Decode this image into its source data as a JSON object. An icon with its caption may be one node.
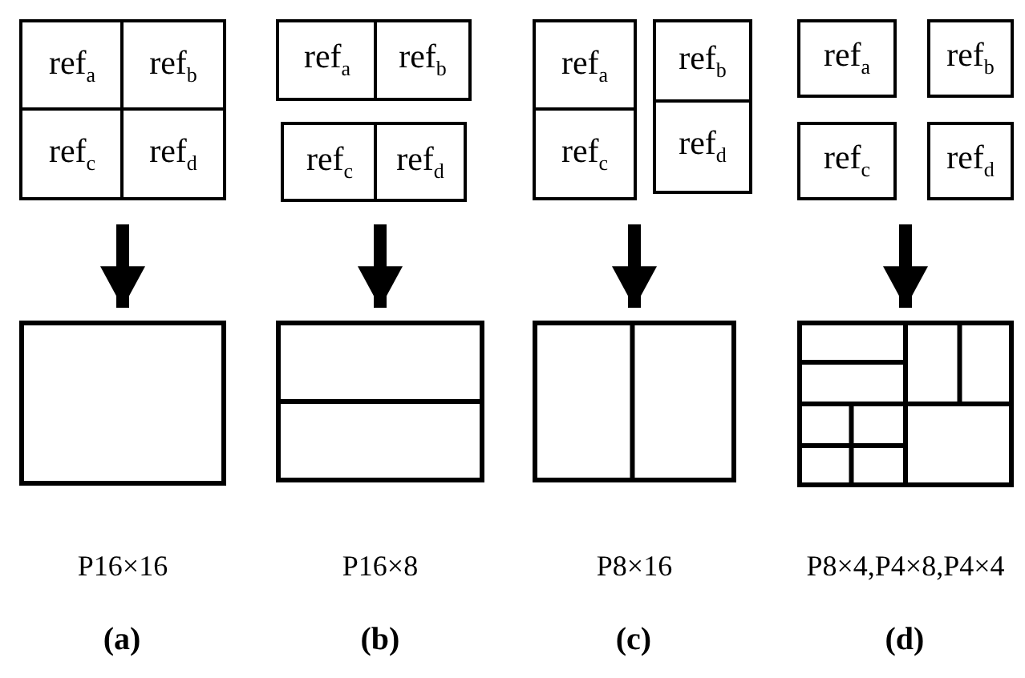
{
  "diagram": {
    "nodes": [
      {
        "text": [
          "ref$_{a}$"
        ]
      },
      {
        "text": [
          "ref$_{b}$"
        ]
      },
      {
        "text": [
          "ref$_{c}$"
        ]
      },
      {
        "text": [
          "ref$_{d}$"
        ]
      },
      {
        "text": [
          "ref$_{a}$"
        ]
      },
      {
        "text": [
          "ref$_{b}$"
        ]
      },
      {
        "text": [
          "ref$_{c}$"
        ]
      },
      {
        "text": [
          "ref$_{d}$"
        ]
      },
      {
        "text": [
          "ref$_{a}$"
        ]
      },
      {
        "text": [
          "ref$_{b}$"
        ]
      },
      {
        "text": [
          "ref$_{c}$"
        ]
      },
      {
        "text": [
          "ref$_{d}$"
        ]
      },
      {
        "text": [
          "ref$_{a}$"
        ]
      },
      {
        "text": [
          "ref$_{b}$"
        ]
      },
      {
        "text": [
          "ref$_{c}$"
        ]
      },
      {
        "text": [
          "ref$_{d}$"
        ]
      },
      {
        "text": [],
        "shape": "box",
        "beside": [
          "P16×16"
        ]
      },
      {
        "text": [],
        "shape": "box",
        "beside": [
          "P16×8"
        ]
      },
      {
        "text": [],
        "shape": "box",
        "beside": [
          "P8×16"
        ]
      },
      {
        "text": [],
        "shape": "box",
        "beside": [
          "P8×4,P4×8,P4×4"
        ]
      }
    ],
    "edges": [
      {
        "from": null,
        "to": 16,
        "arrow": "to"
      },
      {
        "from": null,
        "to": 17,
        "arrow": "to"
      },
      {
        "from": null,
        "to": 18,
        "arrow": "to"
      },
      {
        "from": null,
        "to": 19,
        "arrow": "to"
      }
    ],
    "labels": [
      "(a)",
      "(b)",
      "(c)",
      "(d)"
    ]
  }
}
